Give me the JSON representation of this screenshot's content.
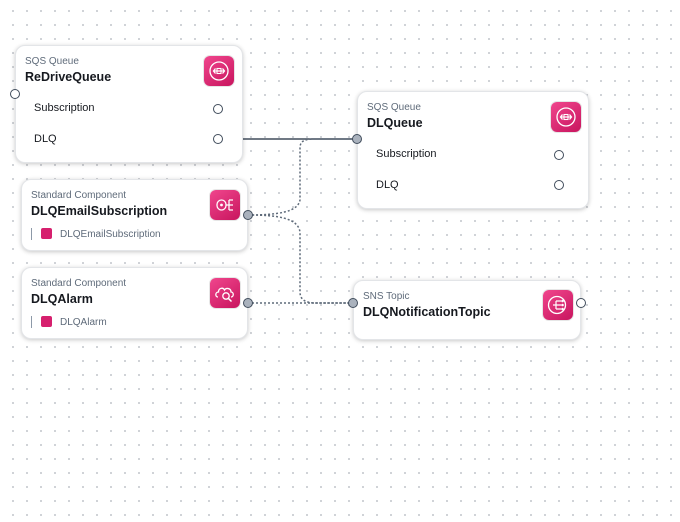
{
  "nodes": {
    "redrive_queue": {
      "type": "SQS Queue",
      "name": "ReDriveQueue",
      "rows": [
        "Subscription",
        "DLQ"
      ]
    },
    "dl_queue": {
      "type": "SQS Queue",
      "name": "DLQueue",
      "rows": [
        "Subscription",
        "DLQ"
      ]
    },
    "email_subscription": {
      "type": "Standard Component",
      "name": "DLQEmailSubscription",
      "child": "DLQEmailSubscription"
    },
    "alarm": {
      "type": "Standard Component",
      "name": "DLQAlarm",
      "child": "DLQAlarm"
    },
    "notification_topic": {
      "type": "SNS Topic",
      "name": "DLQNotificationTopic"
    }
  },
  "connections": [
    {
      "from": "ReDriveQueue.DLQ",
      "to": "DLQueue",
      "style": "solid"
    },
    {
      "from": "DLQEmailSubscription",
      "to": "DLQueue",
      "style": "dotted"
    },
    {
      "from": "DLQAlarm",
      "to": "DLQNotificationTopic",
      "style": "dotted"
    },
    {
      "from": "DLQEmailSubscription",
      "to": "DLQNotificationTopic",
      "style": "dotted"
    }
  ],
  "colors": {
    "icon_accent": "#d6206e",
    "wire": "#414d5c",
    "port_fill": "#aab2bd"
  },
  "icons": {
    "sqs": "sqs-queue-icon",
    "sns": "sns-topic-icon",
    "subscription": "email-subscription-icon",
    "alarm": "cloudwatch-alarm-icon"
  }
}
